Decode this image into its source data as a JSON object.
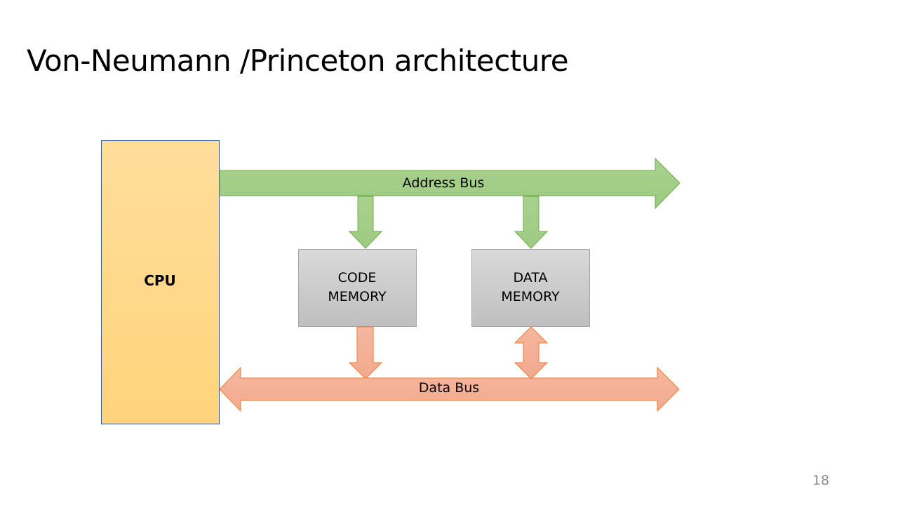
{
  "slide": {
    "title": "Von-Neumann /Princeton architecture",
    "page_number": "18"
  },
  "diagram": {
    "cpu_label": "CPU",
    "code_memory": {
      "line1": "CODE",
      "line2": "MEMORY"
    },
    "data_memory": {
      "line1": "DATA",
      "line2": "MEMORY"
    },
    "address_bus_label": "Address Bus",
    "data_bus_label": "Data Bus"
  },
  "colors": {
    "cpu_fill_top": "#FFDD9C",
    "cpu_fill_bottom": "#FFD47A",
    "cpu_border": "#2F5597",
    "address_bus_fill_top": "#A9D18E",
    "address_bus_fill_bottom": "#9DCB82",
    "address_bus_border": "#70AD47",
    "memory_fill_top": "#D9D9D9",
    "memory_fill_bottom": "#BFBFBF",
    "memory_border": "#A5A5A5",
    "data_bus_fill": "#F4B19B",
    "data_bus_border": "#ED7D31"
  }
}
